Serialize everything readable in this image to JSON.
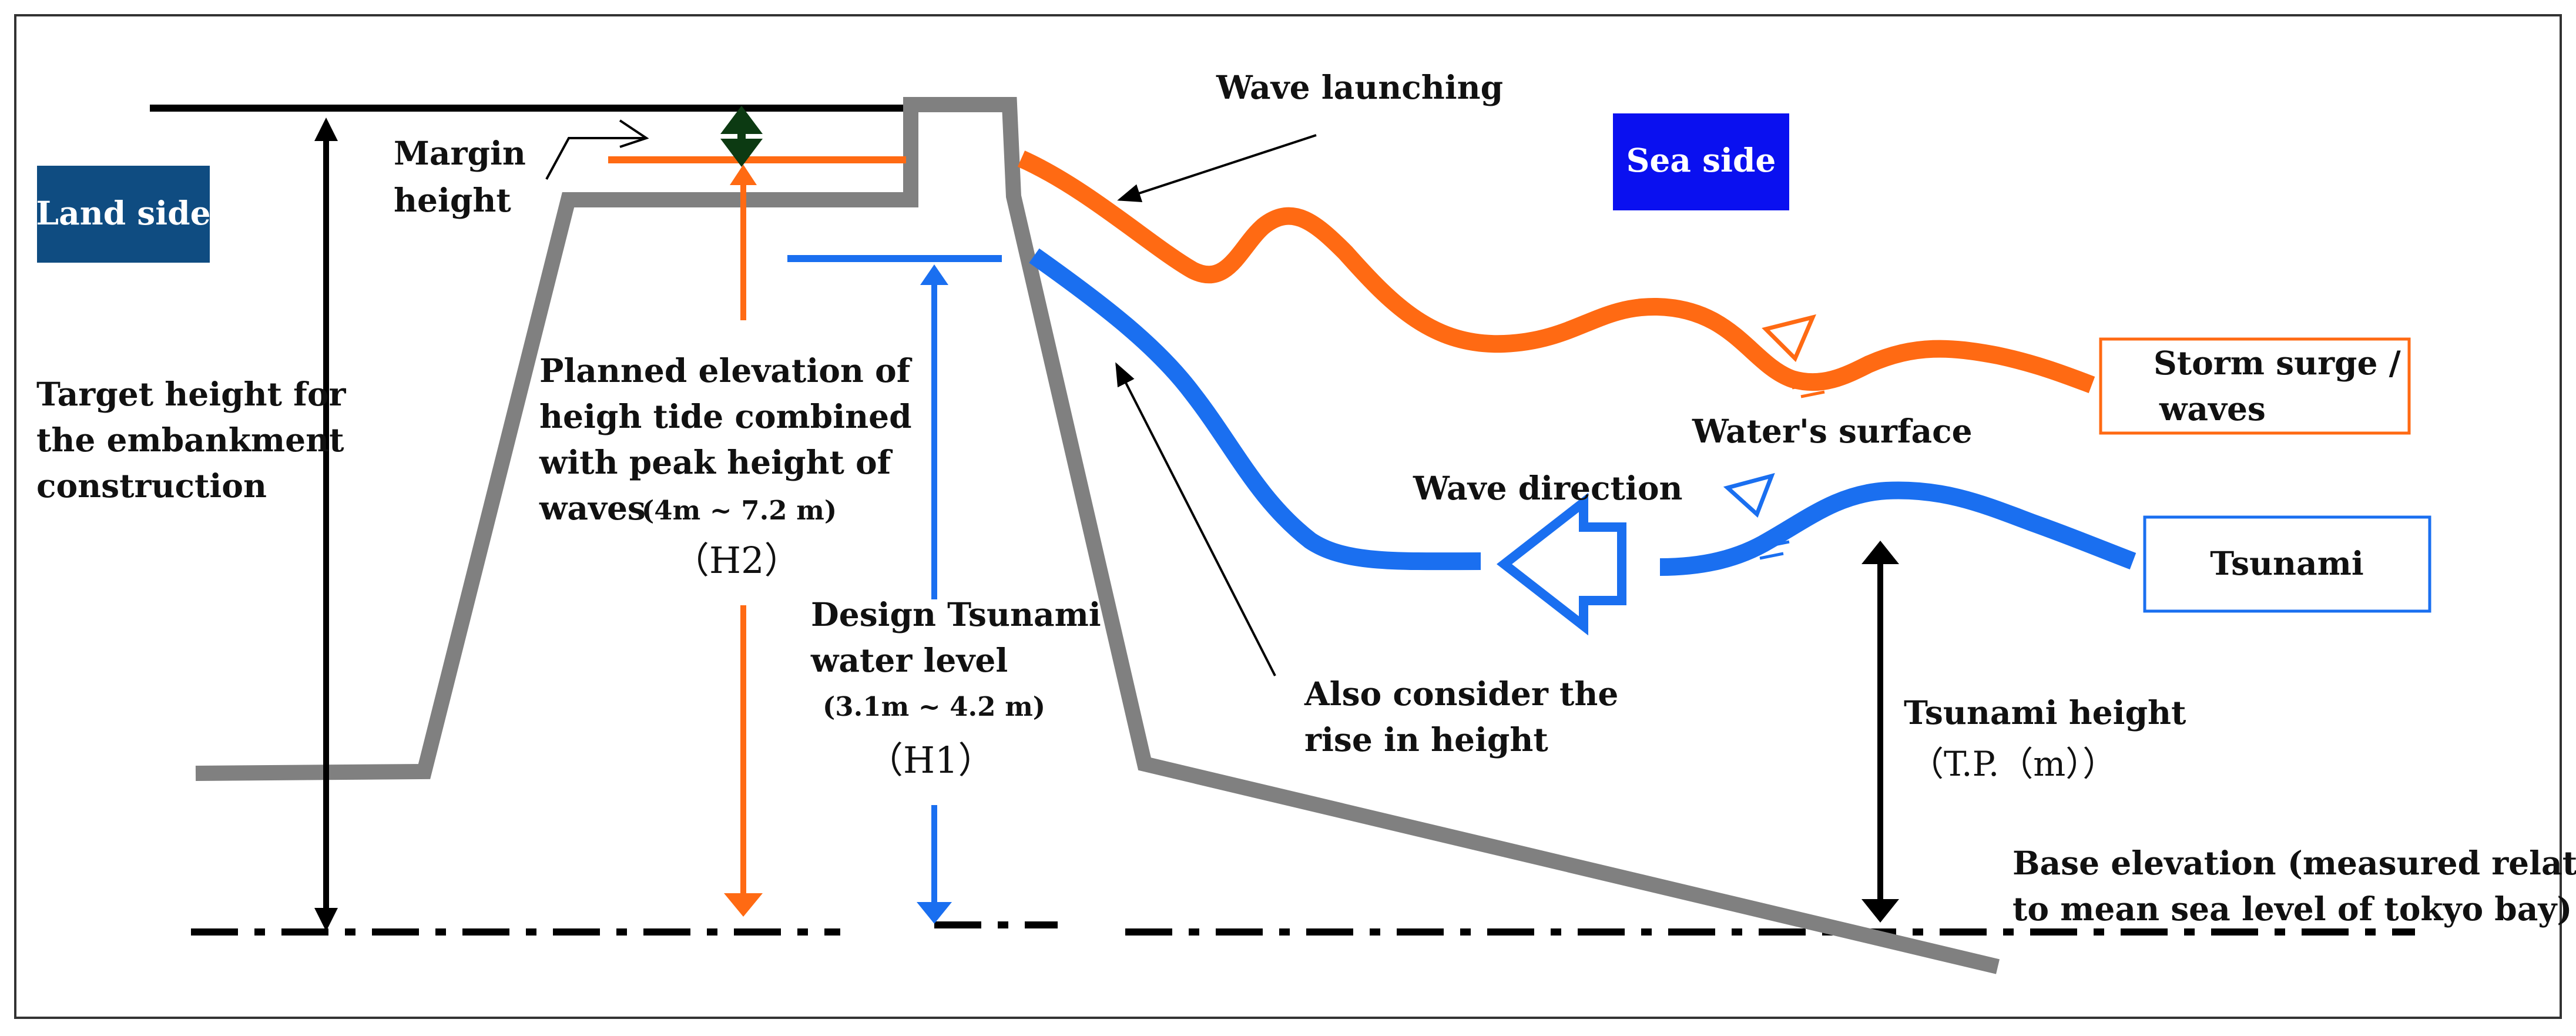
{
  "labels": {
    "land_side": "Land side",
    "sea_side": "Sea side",
    "margin_height_l1": "Margin",
    "margin_height_l2": "height",
    "wave_launching": "Wave launching",
    "target_l1": "Target height for",
    "target_l2": "the embankment",
    "target_l3": "construction",
    "h2_l1": "Planned elevation of",
    "h2_l2": "heigh tide combined",
    "h2_l3": "with peak height of",
    "h2_l4": "waves",
    "h2_range": "(4m ~ 7.2 m)",
    "h2_tag": "（H2）",
    "h1_l1": "Design Tsunami",
    "h1_l2": "water level",
    "h1_range": "(3.1m ~ 4.2 m)",
    "h1_tag": "（H1）",
    "water_surface": "Water's surface",
    "wave_direction": "Wave direction",
    "storm_l1": "Storm surge /",
    "storm_l2": "waves",
    "tsunami": "Tsunami",
    "rise_l1": "Also consider the",
    "rise_l2": "rise in height",
    "tsunami_height_l1": "Tsunami height",
    "tsunami_height_l2": "（T.P.（m））",
    "base_l1": "Base elevation (measured relative",
    "base_l2": "to mean sea level of tokyo bay)"
  },
  "colors": {
    "embankment": "#808080",
    "storm_wave": "#ff6a13",
    "tsunami_wave": "#1a6ff0",
    "land_box": "#0f4c81",
    "sea_box": "#0a10f0",
    "arrow_black": "#000000",
    "margin_arrow": "#0c3a12"
  }
}
